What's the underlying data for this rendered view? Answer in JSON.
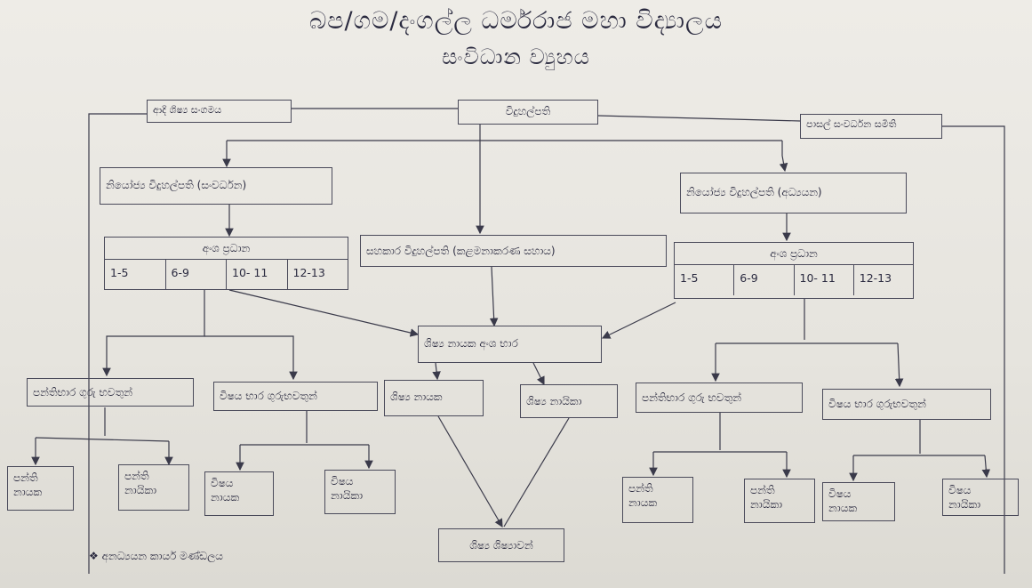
{
  "titles": {
    "line1": "බප/ගම/දංගල්ල ධර්මරාජ මහා විද්‍යාලය",
    "line2": "සංවිධාන ව්‍යුහය"
  },
  "nodes": {
    "old_students": "ආදි ශිෂ්‍ය සංගමය",
    "principal": "විදුහල්පති",
    "school_dev": "පාසල් සංවර්ධන සමිති",
    "deputy_dev": "නියෝජ්‍ය විදුහල්පති (සංවර්ධන)",
    "deputy_acad": "නියෝජ්‍ය විදුහල්පති (අධ්‍යයන)",
    "assistant": "සහකාර විදුහල්පති (කළමනාකරණ සහාය)",
    "section_heads_left": {
      "title": "අංශ ප්‍රධාන",
      "grades": [
        "1-5",
        "6-9",
        "10- 11",
        "12-13"
      ]
    },
    "section_heads_right": {
      "title": "අංශ ප්‍රධාන",
      "grades": [
        "1-5",
        "6-9",
        "10- 11",
        "12-13"
      ]
    },
    "prefect_charge": "ශිෂ්‍ය නායක අංශ භාර",
    "class_teachers_left": "පන්තිභාර ගුරු භවතුන්",
    "subject_teachers_left": "විෂය භාර ගුරුභවතුන්",
    "head_prefect_m": "ශිෂ්‍ය නායක",
    "head_prefect_f": "ශිෂ්‍ය නායිකා",
    "class_teachers_right": "පන්තිභාර ගුරු භවතුන්",
    "subject_teachers_right": "විෂය භාර ගුරුභවතුන්",
    "class_leader_m_1": [
      "පන්ති",
      "නායක"
    ],
    "class_leader_f_1": [
      "පන්ති",
      "නායිකා"
    ],
    "subject_leader_m_1": [
      "විෂය",
      "නායක"
    ],
    "subject_leader_f_1": [
      "විෂය",
      "නායිකා"
    ],
    "class_leader_m_2": [
      "පන්ති",
      "නායක"
    ],
    "class_leader_f_2": [
      "පන්ති",
      "නායිකා"
    ],
    "subject_leader_m_2": [
      "විෂය",
      "නායක"
    ],
    "subject_leader_f_2": [
      "විෂය",
      "නායිකා"
    ],
    "students": "ශිෂ්‍ය ශිෂ්‍යාවන්"
  },
  "footnote": "❖ අනධ්‍යයන කාර්ය මණ්ඩලය",
  "colors": {
    "ink": "#2b2b40",
    "paper": "#e9e7e1"
  }
}
